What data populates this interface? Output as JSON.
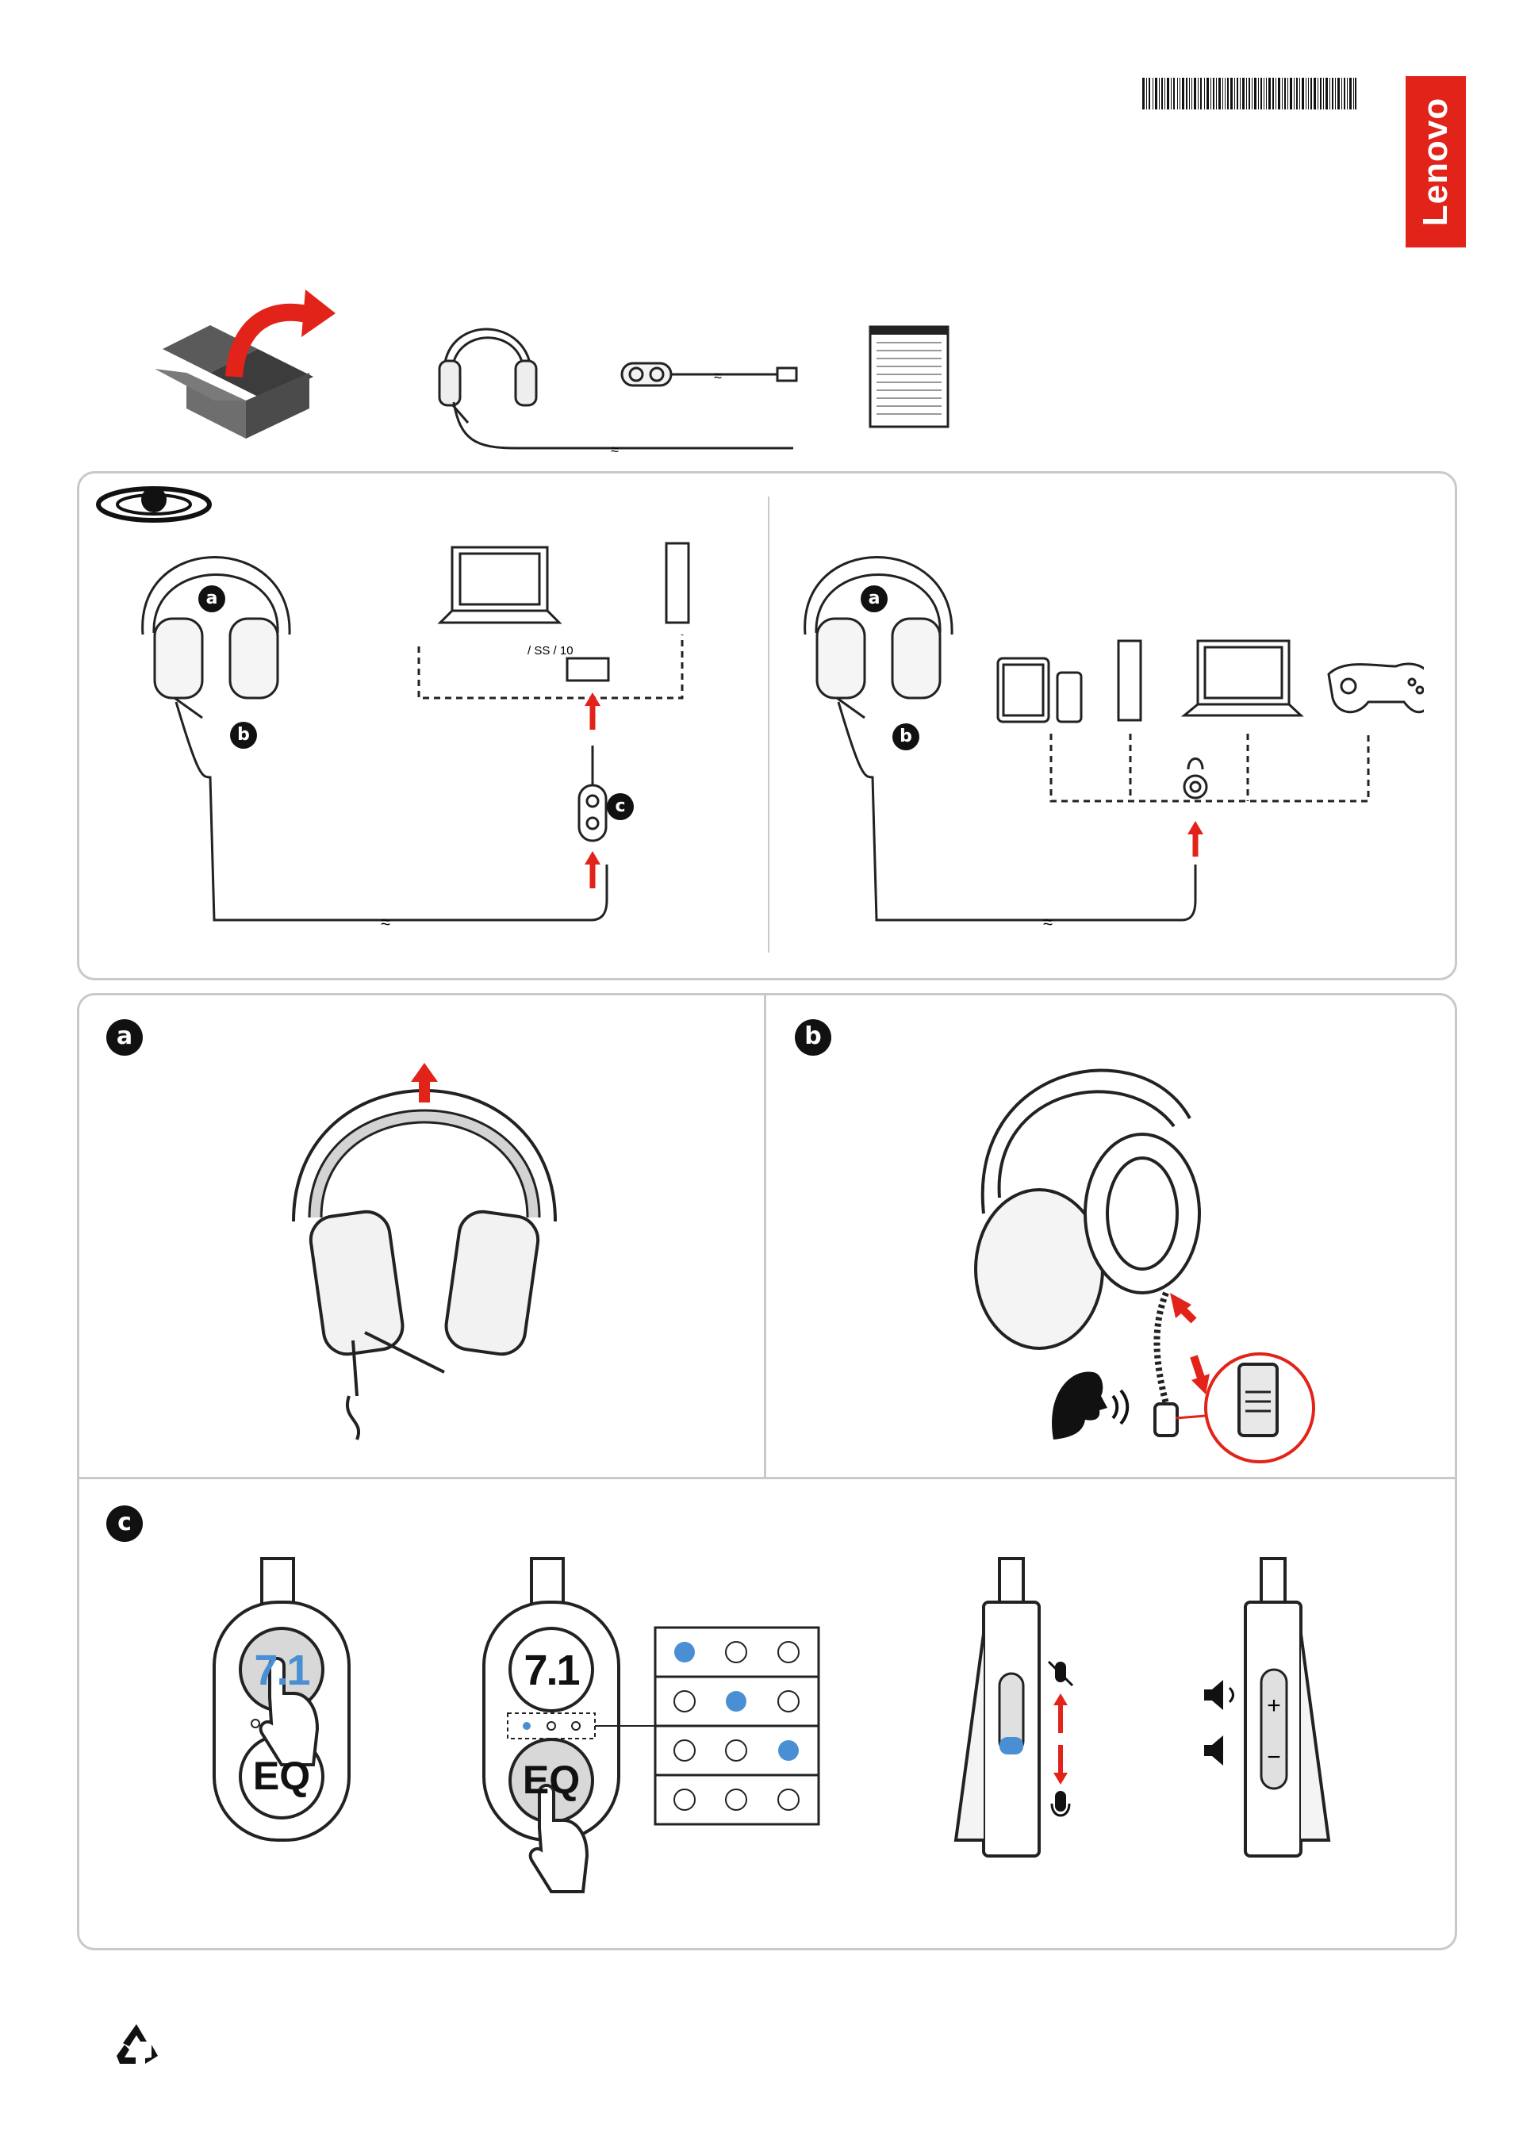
{
  "brand": {
    "name": "Lenovo",
    "color": "#e2231a"
  },
  "badges": {
    "a": "a",
    "b": "b",
    "c": "c"
  },
  "accent_color": "#4a8fd4",
  "port_labels": "/ SS / 10",
  "controller": {
    "surround_label": "7.1",
    "eq_label": "EQ"
  },
  "eq_modes": 4,
  "icons": [
    "box-open-icon",
    "headset-icon",
    "usb-adapter-icon",
    "manual-icon",
    "surround-sound-icon",
    "laptop-icon",
    "desktop-tower-icon",
    "tablet-icon",
    "phone-icon",
    "gamepad-icon",
    "headphone-jack-icon",
    "mic-mute-icon",
    "mic-icon",
    "volume-up-icon",
    "volume-down-icon",
    "recycle-icon",
    "barcode-icon",
    "hand-pointer-icon",
    "speaking-head-icon"
  ]
}
